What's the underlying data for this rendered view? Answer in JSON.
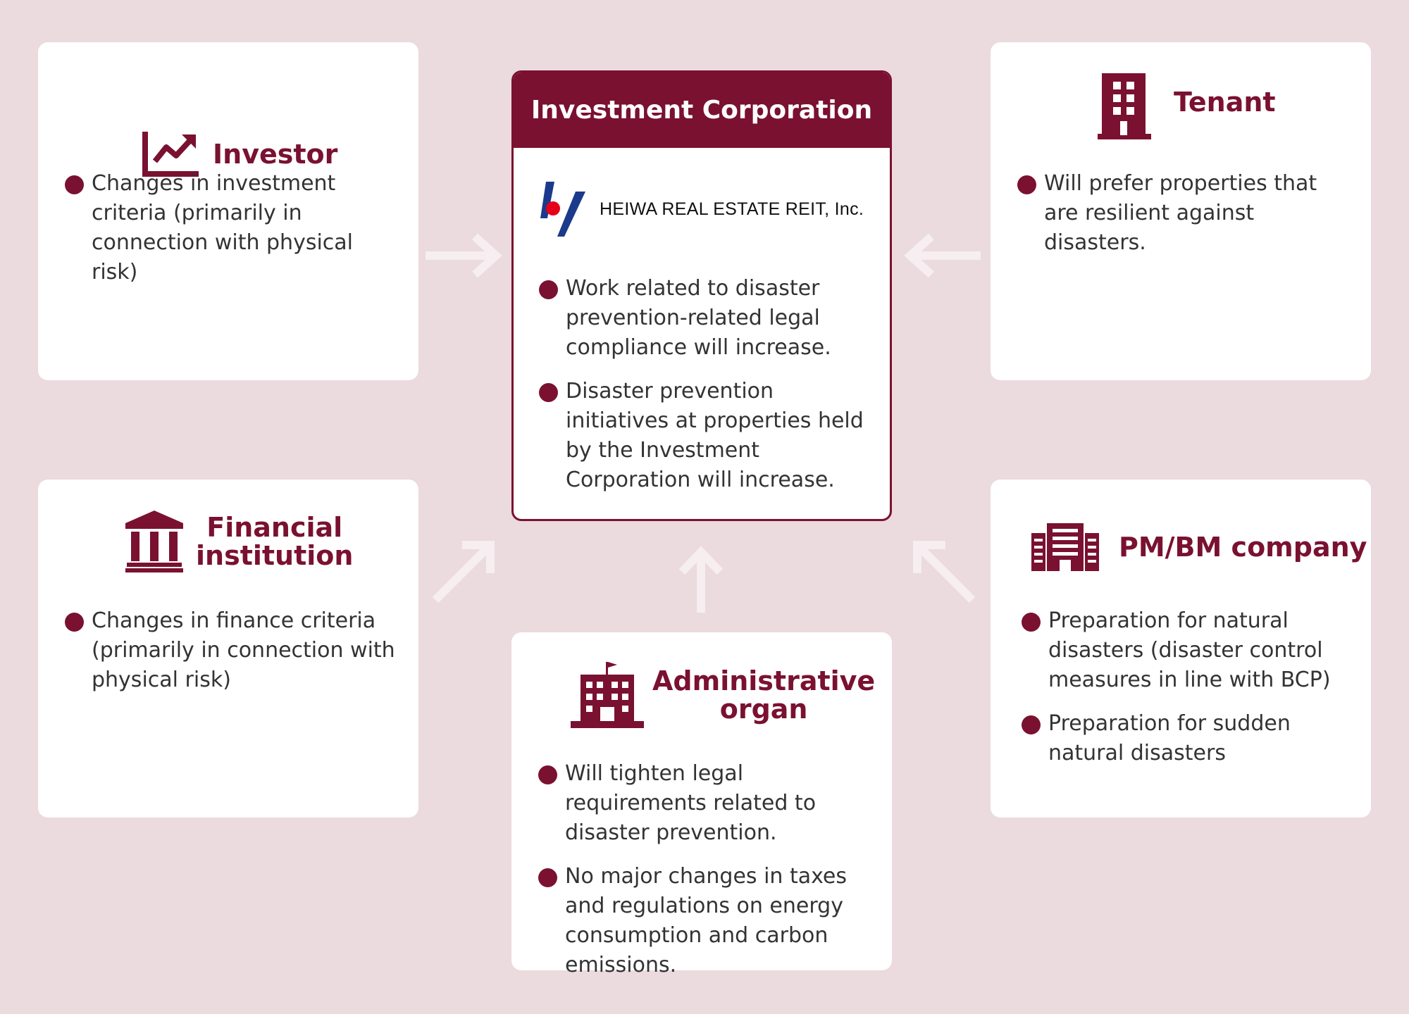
{
  "center": {
    "title": "Investment Corporation",
    "logo_text": "HEIWA REAL ESTATE REIT, Inc.",
    "bullets": [
      "Work related to disaster prevention-related legal compliance will increase.",
      "Disaster prevention initiatives at properties held by the Investment Corporation will increase."
    ]
  },
  "investor": {
    "title": "Investor",
    "icon": "chart-up-icon",
    "bullets": [
      "Changes in investment criteria (primarily in connection with physical risk)"
    ]
  },
  "tenant": {
    "title": "Tenant",
    "icon": "building-icon",
    "bullets": [
      "Will prefer properties that are resilient against disasters."
    ]
  },
  "financial": {
    "title_line1": "Financial",
    "title_line2": "institution",
    "icon": "bank-icon",
    "bullets": [
      "Changes in finance criteria (primarily in connection with physical risk)"
    ]
  },
  "pmbm": {
    "title": "PM/BM company",
    "icon": "office-building-icon",
    "bullets": [
      "Preparation for natural disasters (disaster control measures in line with BCP)",
      "Preparation for sudden natural disasters"
    ]
  },
  "admin": {
    "title_line1": "Administrative",
    "title_line2": "organ",
    "icon": "government-building-icon",
    "bullets": [
      "Will tighten legal requirements related to disaster prevention.",
      "No major changes in taxes and regulations on energy consumption and carbon emissions."
    ]
  },
  "colors": {
    "accent": "#7a1130",
    "background": "#ebdade",
    "card": "#ffffff",
    "arrow": "#f6eef0",
    "text": "#333333"
  }
}
